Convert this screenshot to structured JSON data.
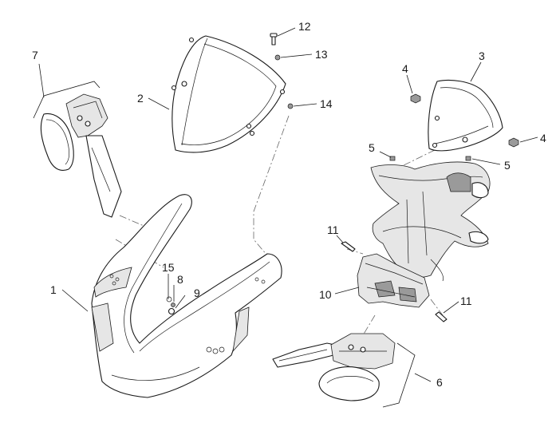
{
  "callouts": [
    {
      "id": "1",
      "text": "1"
    },
    {
      "id": "2",
      "text": "2"
    },
    {
      "id": "3",
      "text": "3"
    },
    {
      "id": "4a",
      "text": "4"
    },
    {
      "id": "4b",
      "text": "4"
    },
    {
      "id": "5a",
      "text": "5"
    },
    {
      "id": "5b",
      "text": "5"
    },
    {
      "id": "6",
      "text": "6"
    },
    {
      "id": "7",
      "text": "7"
    },
    {
      "id": "8",
      "text": "8"
    },
    {
      "id": "9",
      "text": "9"
    },
    {
      "id": "10",
      "text": "10"
    },
    {
      "id": "11a",
      "text": "11"
    },
    {
      "id": "11b",
      "text": "11"
    },
    {
      "id": "12",
      "text": "12"
    },
    {
      "id": "13",
      "text": "13"
    },
    {
      "id": "14",
      "text": "14"
    },
    {
      "id": "15",
      "text": "15"
    }
  ]
}
